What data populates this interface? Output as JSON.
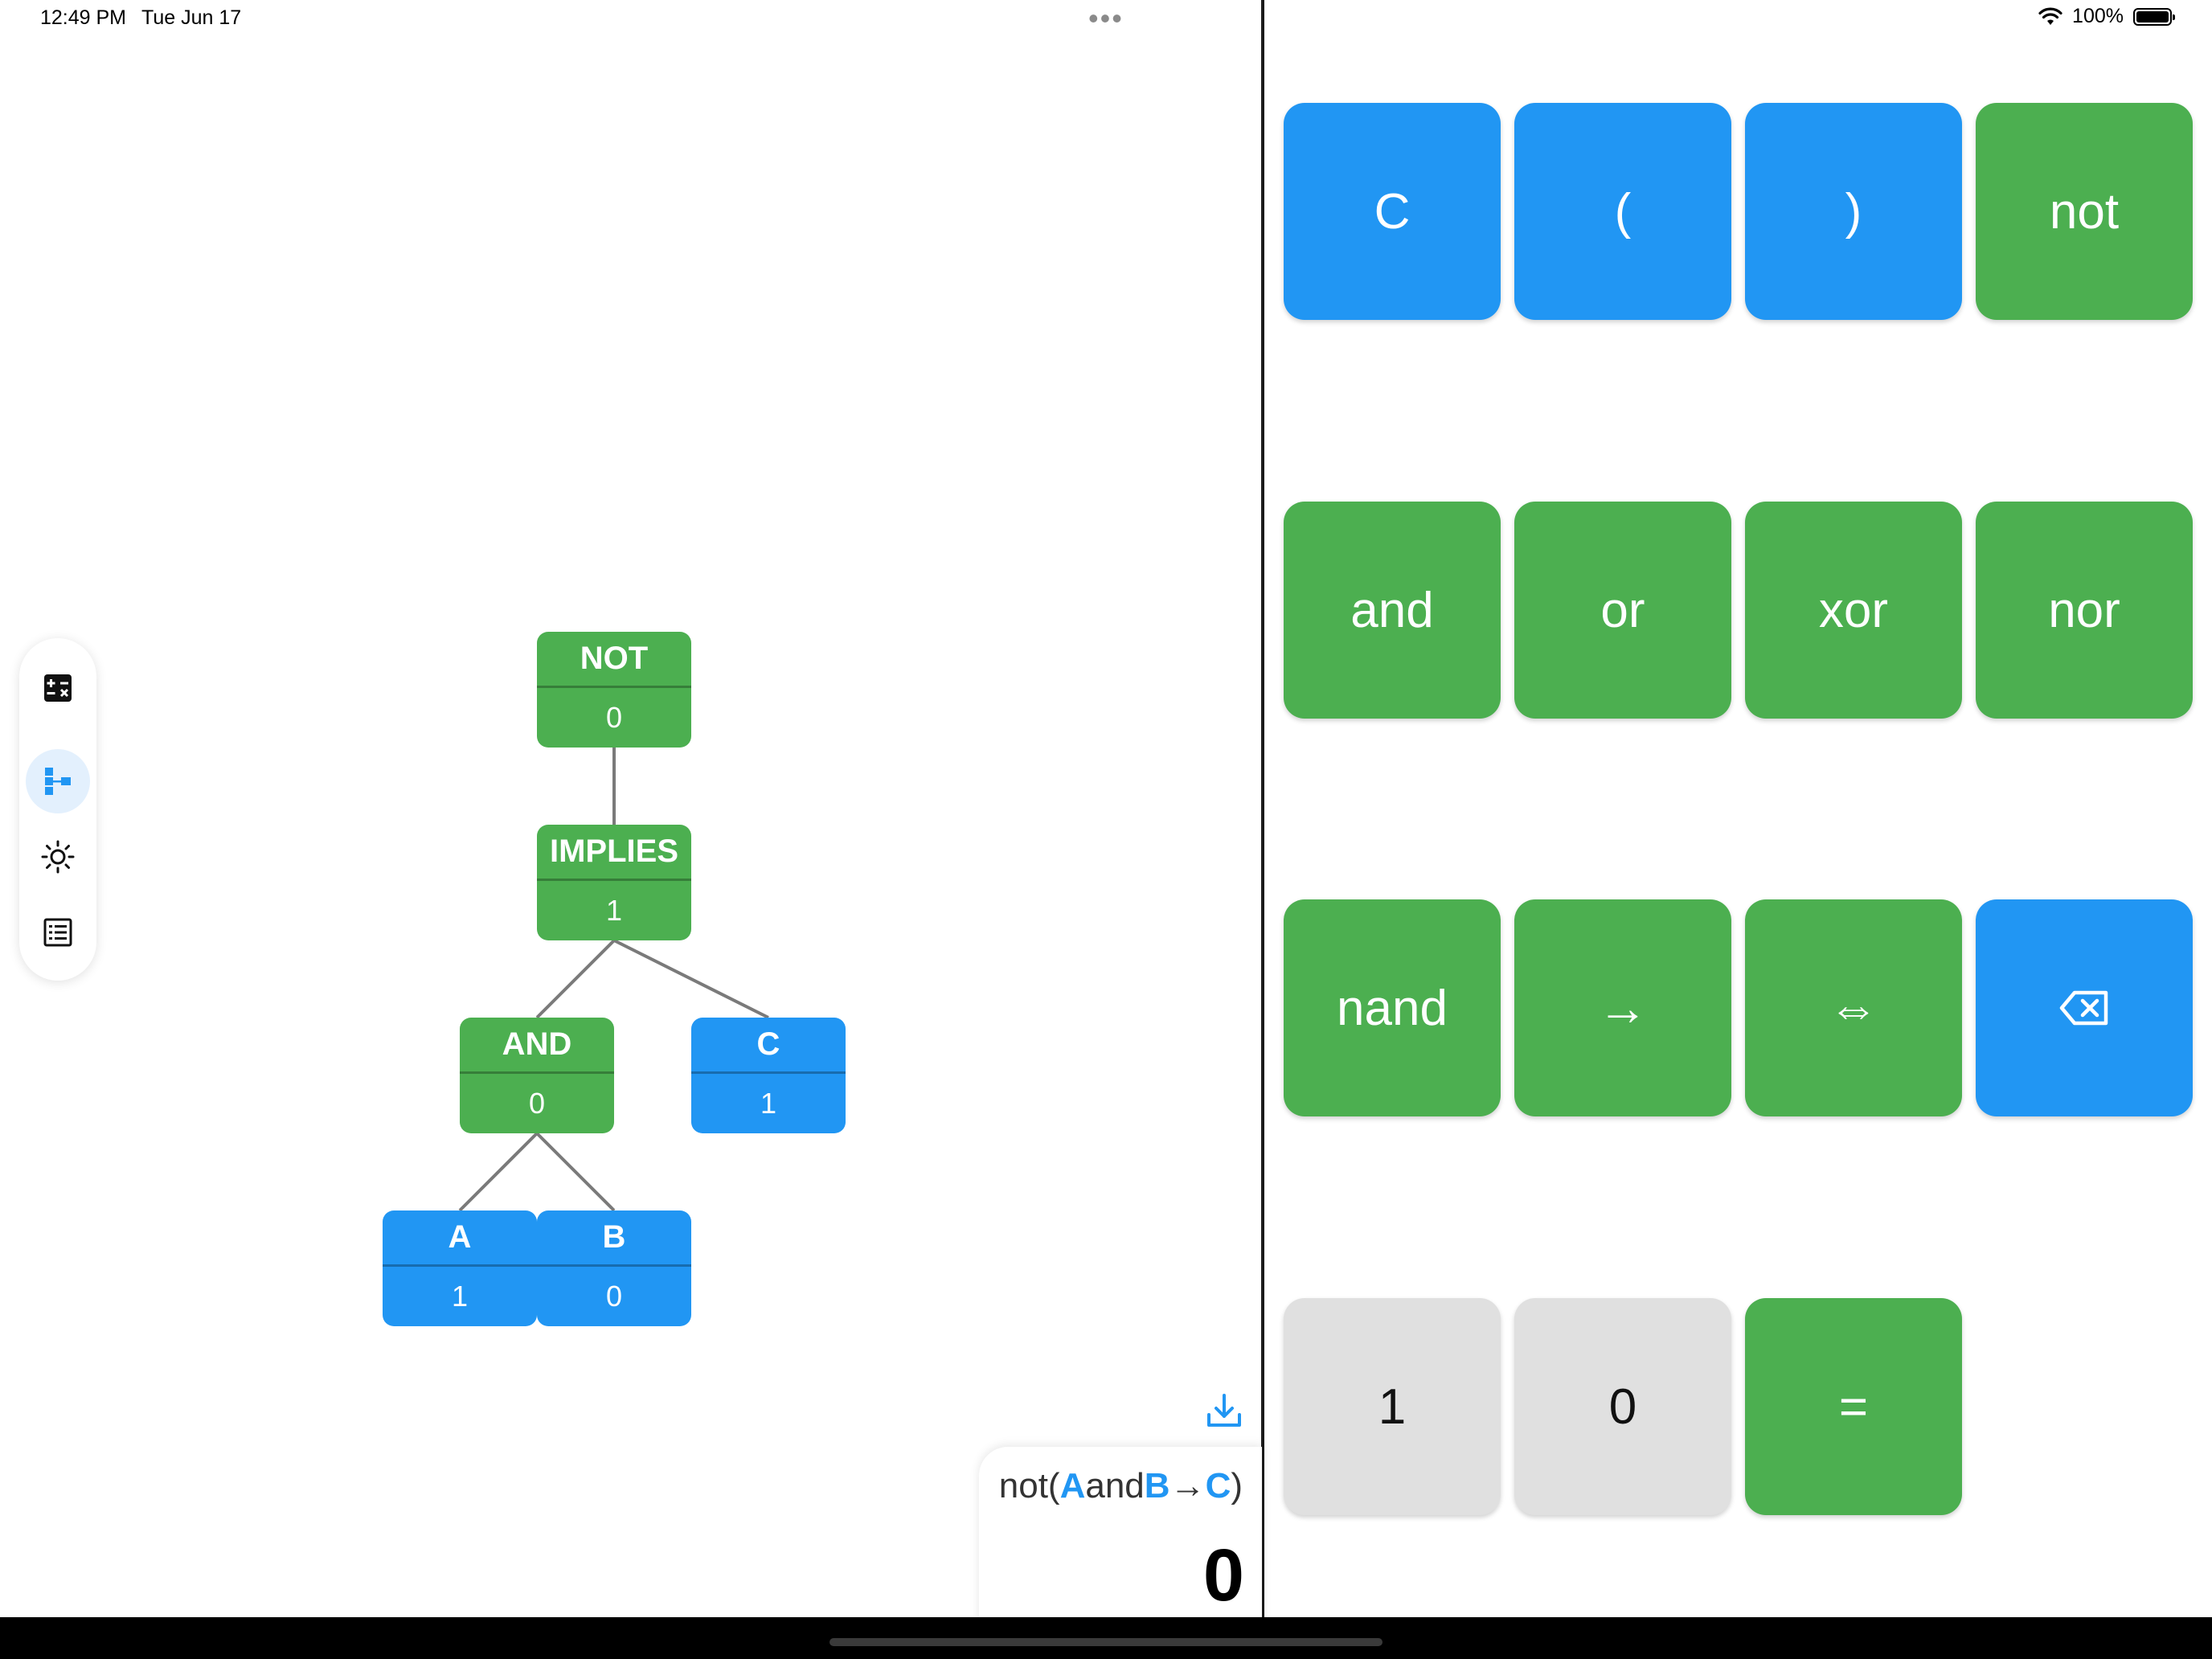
{
  "status_bar": {
    "time": "12:49 PM",
    "date": "Tue Jun 17",
    "dots": "•••",
    "battery": "100%"
  },
  "side_rail": {
    "items": [
      {
        "icon": "calculator-icon",
        "active": false
      },
      {
        "icon": "tree-icon",
        "active": true
      },
      {
        "icon": "brightness-icon",
        "active": false
      },
      {
        "icon": "table-icon",
        "active": false
      }
    ]
  },
  "tree": {
    "nodes": [
      {
        "label": "NOT",
        "value": "0",
        "kind": "operator"
      },
      {
        "label": "IMPLIES",
        "value": "1",
        "kind": "operator"
      },
      {
        "label": "AND",
        "value": "0",
        "kind": "operator"
      },
      {
        "label": "C",
        "value": "1",
        "kind": "variable"
      },
      {
        "label": "A",
        "value": "1",
        "kind": "variable"
      },
      {
        "label": "B",
        "value": "0",
        "kind": "variable"
      }
    ]
  },
  "expression": {
    "p1": "not(",
    "v1": "A",
    "p2": "and",
    "v2": "B",
    "p3": "→",
    "v3": "C",
    "p4": ")",
    "result": "0"
  },
  "keypad": {
    "keys": [
      "C",
      "(",
      ")",
      "not",
      "and",
      "or",
      "xor",
      "nor",
      "nand",
      "→",
      "⇔",
      "backspace",
      "1",
      "0",
      "="
    ]
  },
  "colors": {
    "operator": "#4caf50",
    "variable": "#2196f3",
    "digit": "#e0e0e0",
    "active_rail": "#e3f0fd"
  }
}
